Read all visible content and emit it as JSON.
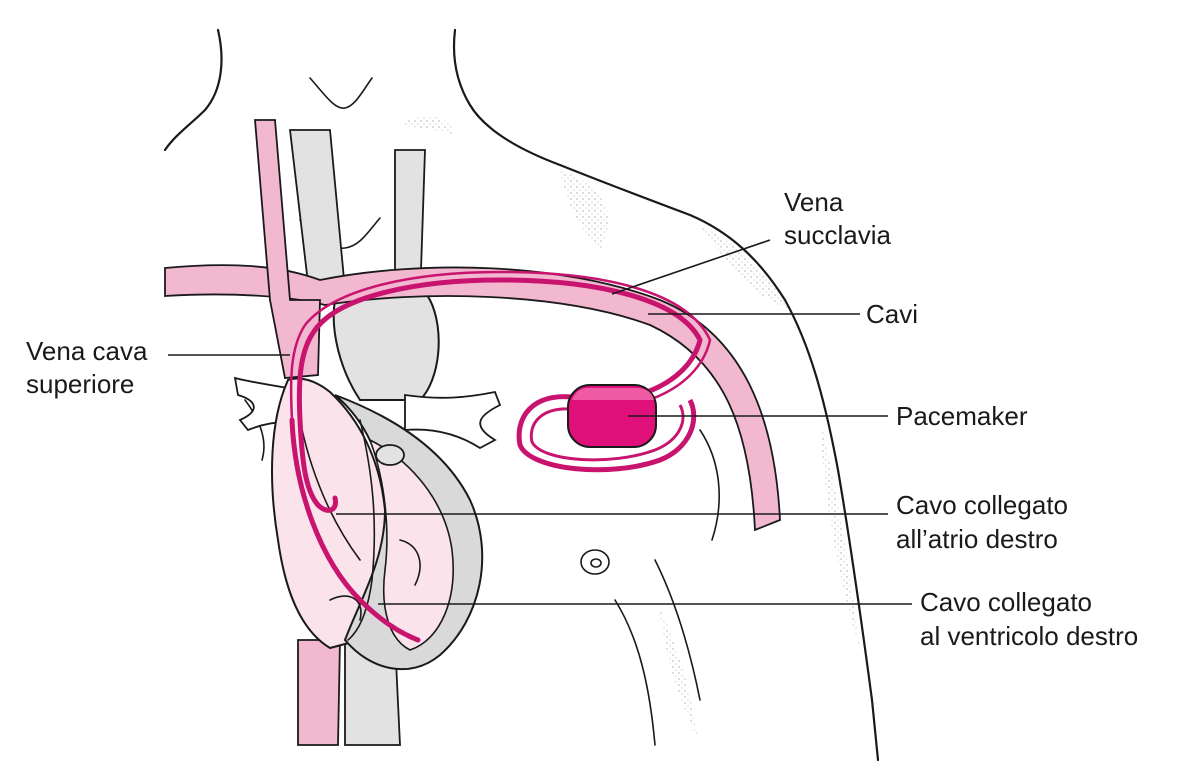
{
  "labels": {
    "vena_succlavia": [
      "Vena",
      "succlavia"
    ],
    "cavi": "Cavi",
    "vena_cava_superiore": [
      "Vena cava",
      "superiore"
    ],
    "pacemaker": "Pacemaker",
    "cavo_atrio": [
      "Cavo collegato",
      "all’atrio destro"
    ],
    "cavo_ventricolo": [
      "Cavo collegato",
      "al ventricolo destro"
    ]
  },
  "colors": {
    "vein_pink": "#f2b8d0",
    "lead_magenta": "#c8146e",
    "device_magenta": "#e0107a",
    "vessel_gray": "#e2e2e2",
    "heart_pink": "#fbe3ec",
    "outline": "#1a1a1a"
  }
}
